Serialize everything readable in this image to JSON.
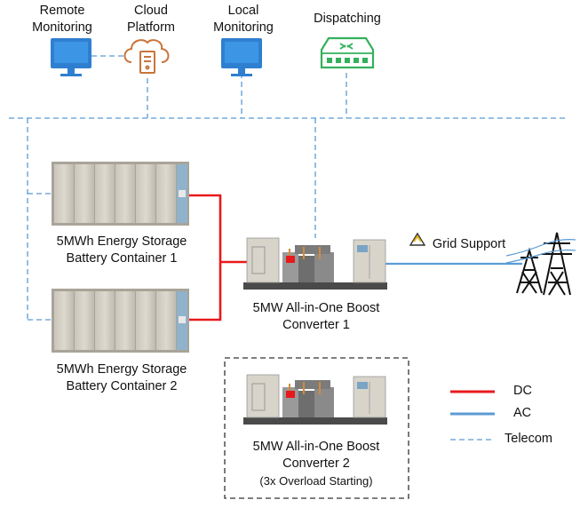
{
  "top_nodes": {
    "remote": [
      "Remote",
      "Monitoring"
    ],
    "cloud": [
      "Cloud",
      "Platform"
    ],
    "local": [
      "Local",
      "Monitoring"
    ],
    "dispatching": [
      "Dispatching"
    ]
  },
  "battery1": [
    "5MWh Energy Storage",
    "Battery Container 1"
  ],
  "battery2": [
    "5MWh Energy Storage",
    "Battery Container 2"
  ],
  "converter1": [
    "5MW All-in-One Boost",
    "Converter 1"
  ],
  "converter2": [
    "5MW All-in-One Boost",
    "Converter 2",
    "(3x Overload Starting)"
  ],
  "grid_support": "Grid Support",
  "legend": [
    {
      "label": "DC",
      "color": "#e8191c",
      "style": "solid"
    },
    {
      "label": "AC",
      "color": "#5b9bd5",
      "style": "solid"
    },
    {
      "label": "Telecom",
      "color": "#5b9bd5",
      "style": "dashed"
    }
  ],
  "colors": {
    "dc": "#e8191c",
    "ac": "#5b9bd5",
    "telecom": "#5b9bd5",
    "monitor": "#2f7fd0",
    "cloud_icon": "#c8743b",
    "dispatch_icon": "#33b05c"
  }
}
